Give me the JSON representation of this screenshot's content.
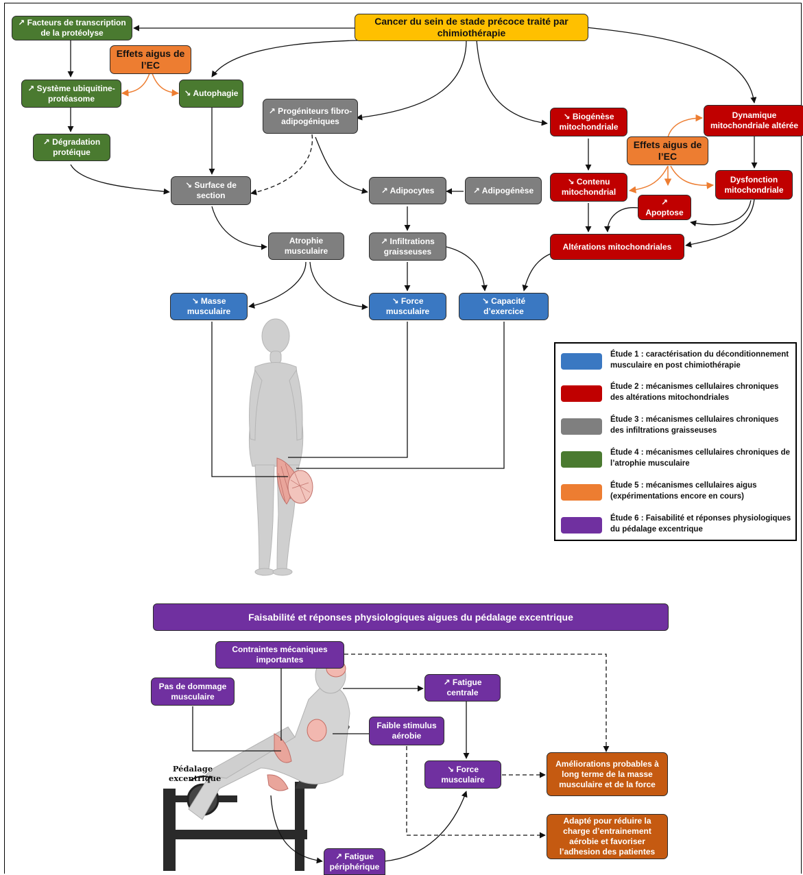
{
  "nodes": {
    "cancer": "Cancer du sein de stade précoce traité par chimiothérapie",
    "tf_proteolyse": "↗ Facteurs de transcription de la protéolyse",
    "effets_aigus_left": "Effets aigus de l’EC",
    "ubiquitine": "↗ Système ubiquitine-protéasome",
    "autophagie": "↘ Autophagie",
    "degradation": "↗ Dégradation protéique",
    "progeniteurs": "↗ Progéniteurs fibro-adipogéniques",
    "surface": "↘ Surface de section",
    "adipocytes": "↗ Adipocytes",
    "adipogenese": "↗ Adipogénèse",
    "atrophie": "Atrophie musculaire",
    "infiltrations": "↗ Infiltrations graisseuses",
    "biogenese": "↘ Biogénèse mitochondriale",
    "dynamique": "Dynamique mitochondriale altérée",
    "effets_aigus_right": "Effets aigus de l’EC",
    "contenu": "↘ Contenu mitochondrial",
    "dysfonction": "Dysfonction mitochondriale",
    "apoptose": "↗ Apoptose",
    "alterations": "Altérations mitochondriales",
    "masse": "↘ Masse musculaire",
    "force": "↘ Force musculaire",
    "capacite": "↘ Capacité d’exercice"
  },
  "legend": [
    {
      "color": "#3a78c2",
      "text": "Étude 1 : caractérisation du déconditionnement musculaire en post chimiothérapie"
    },
    {
      "color": "#c00000",
      "text": "Étude 2 : mécanismes cellulaires chroniques des altérations mitochondriales"
    },
    {
      "color": "#7f7f7f",
      "text": "Étude 3 : mécanismes cellulaires chroniques des infiltrations graisseuses"
    },
    {
      "color": "#4a7a30",
      "text": "Étude 4 : mécanismes cellulaires chroniques de l’atrophie musculaire"
    },
    {
      "color": "#ed7d31",
      "text": "Étude 5 : mécanismes cellulaires aigus (expérimentations encore en cours)"
    },
    {
      "color": "#7030a0",
      "text": "Étude 6 : Faisabilité et réponses physiologiques du pédalage excentrique"
    }
  ],
  "bottom": {
    "banner": "Faisabilité et réponses physiologiques aigues du pédalage excentrique",
    "contraintes": "Contraintes mécaniques importantes",
    "dommage": "Pas de dommage musculaire",
    "fatigue_centrale": "↗ Fatigue centrale",
    "stimulus": "Faible stimulus aérobie",
    "force": "↘ Force musculaire",
    "ameliorations": "Améliorations probables à long terme de la masse musculaire et de la force",
    "adapte": "Adapté pour réduire la charge d’entrainement aérobie et favoriser l’adhesion des patientes",
    "fatigue_peripherique": "↗ Fatigue périphérique",
    "pedalage_label": "Pédalage excentrique"
  }
}
